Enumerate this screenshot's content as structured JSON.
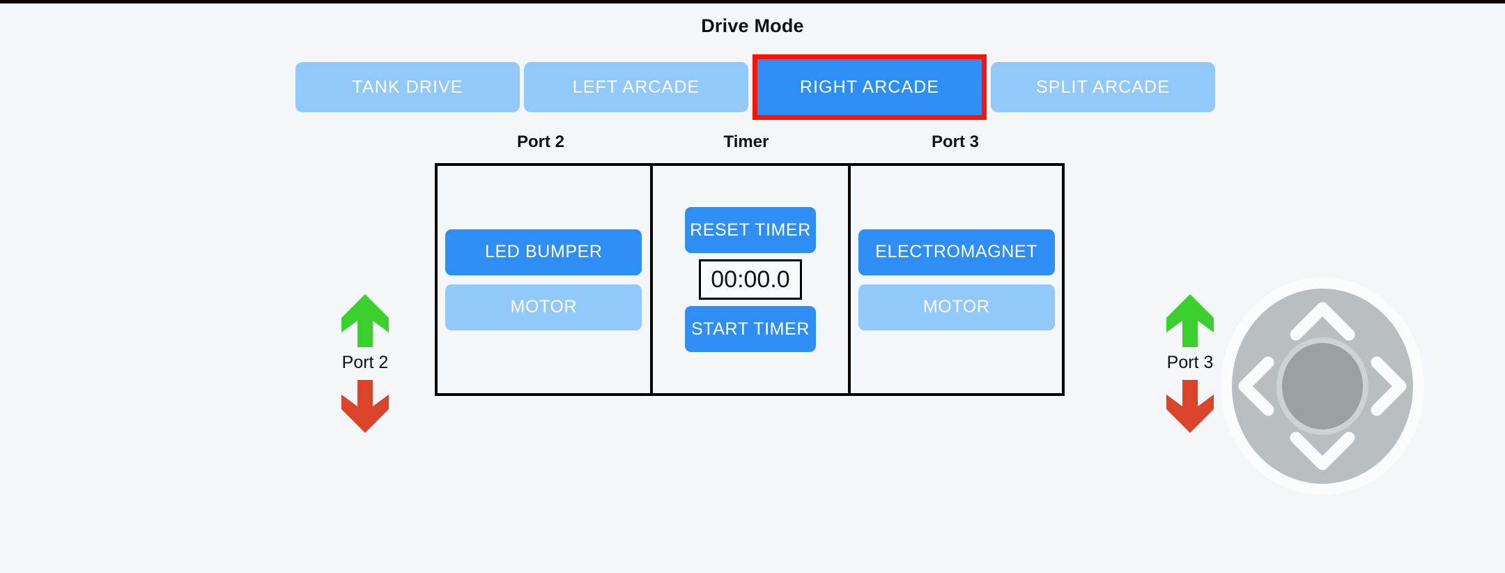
{
  "drive_mode": {
    "title": "Drive Mode",
    "options": [
      {
        "label": "TANK DRIVE",
        "selected": false
      },
      {
        "label": "LEFT ARCADE",
        "selected": false
      },
      {
        "label": "RIGHT ARCADE",
        "selected": true
      },
      {
        "label": "SPLIT ARCADE",
        "selected": false
      }
    ],
    "selected_label": "RIGHT ARCADE",
    "highlight_color": "#ff1200",
    "active_color": "#2f8ef5",
    "inactive_color": "#92c9fa"
  },
  "panel": {
    "headers": [
      "Port 2",
      "Timer",
      "Port 3"
    ],
    "port2": {
      "header": "Port 2",
      "buttons": [
        {
          "label": "LED BUMPER",
          "state": "on"
        },
        {
          "label": "MOTOR",
          "state": "off"
        }
      ]
    },
    "timer": {
      "header": "Timer",
      "reset_label": "RESET TIMER",
      "start_label": "START TIMER",
      "display": "00:00.0"
    },
    "port3": {
      "header": "Port 3",
      "buttons": [
        {
          "label": "ELECTROMAGNET",
          "state": "on"
        },
        {
          "label": "MOTOR",
          "state": "off"
        }
      ]
    }
  },
  "ports": {
    "left": {
      "label": "Port 2",
      "up_icon": "arrow-up-icon",
      "down_icon": "arrow-down-icon"
    },
    "right": {
      "label": "Port 3",
      "up_icon": "arrow-up-icon",
      "down_icon": "arrow-down-icon"
    },
    "up_color": "#3cd02e",
    "down_color": "#d9442a"
  },
  "dpad": {
    "name": "direction-pad",
    "directions": [
      "up",
      "right",
      "down",
      "left"
    ],
    "ring_color": "#b9bfc1",
    "hub_color": "#9aa1a3",
    "chevron_color": "#fafcfc"
  }
}
